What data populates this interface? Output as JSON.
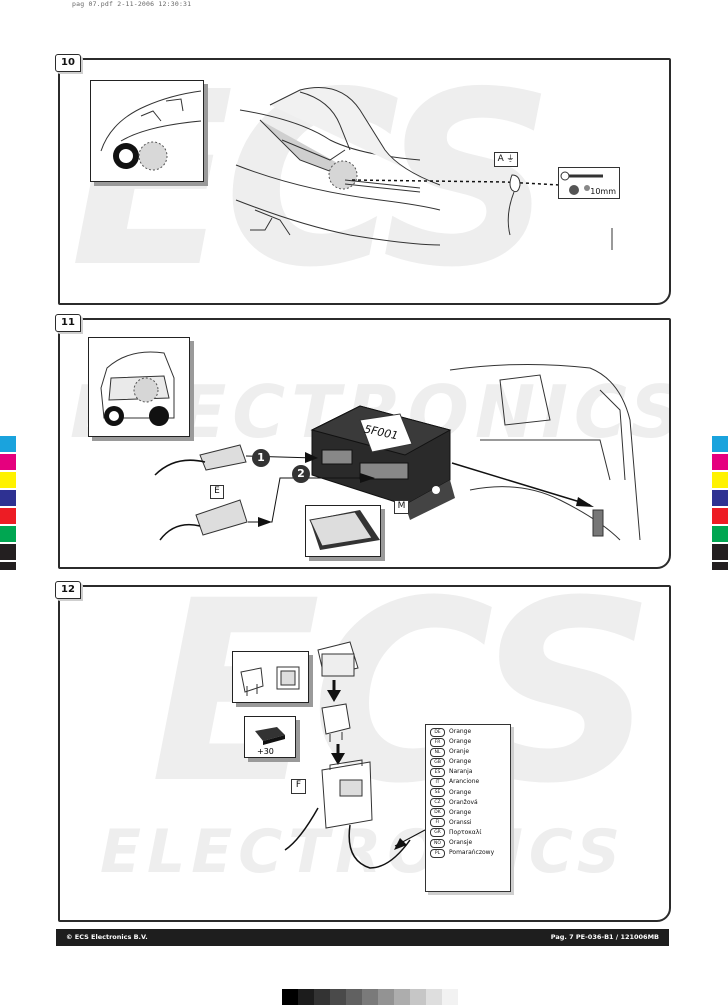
{
  "header": {
    "file_meta": "pag 07.pdf   2-11-2006   12:30:31"
  },
  "watermark": {
    "brand": "ECS",
    "subtitle": "ELECTRONICS"
  },
  "steps": [
    {
      "number": "10",
      "label_a": "A",
      "wrench_size": "10mm"
    },
    {
      "number": "11",
      "module_label": "5F001",
      "connector_1": "1",
      "connector_2": "2",
      "label_e": "E",
      "label_m": "M"
    },
    {
      "number": "12",
      "plus30": "+30",
      "label_f": "F",
      "languages": [
        {
          "code": "DE",
          "name": "Orange"
        },
        {
          "code": "FR",
          "name": "Orange"
        },
        {
          "code": "NL",
          "name": "Oranje"
        },
        {
          "code": "GB",
          "name": "Orange"
        },
        {
          "code": "ES",
          "name": "Naranja"
        },
        {
          "code": "IT",
          "name": "Arancione"
        },
        {
          "code": "SE",
          "name": "Orange"
        },
        {
          "code": "CZ",
          "name": "Oranžová"
        },
        {
          "code": "DK",
          "name": "Orange"
        },
        {
          "code": "FI",
          "name": "Oranssi"
        },
        {
          "code": "GR",
          "name": "Πορτοκαλί"
        },
        {
          "code": "NO",
          "name": "Oransje"
        },
        {
          "code": "PL",
          "name": "Pomarańczowy"
        }
      ]
    }
  ],
  "footer": {
    "copyright": "© ECS Electronics B.V.",
    "page_ref": "Pag. 7   PE-036-B1  /  121006MB"
  },
  "colors": {
    "cmyk_bars": [
      "#1aa3dd",
      "#e5007e",
      "#fff200",
      "#2e3192",
      "#ed1c24",
      "#00a651",
      "#231f20",
      "#231f20"
    ],
    "gray_ramp": [
      "#000000",
      "#1c1c1c",
      "#333333",
      "#4a4a4a",
      "#616161",
      "#7a7a7a",
      "#939393",
      "#adadad",
      "#c6c6c6",
      "#dedede",
      "#f2f2f2"
    ]
  }
}
